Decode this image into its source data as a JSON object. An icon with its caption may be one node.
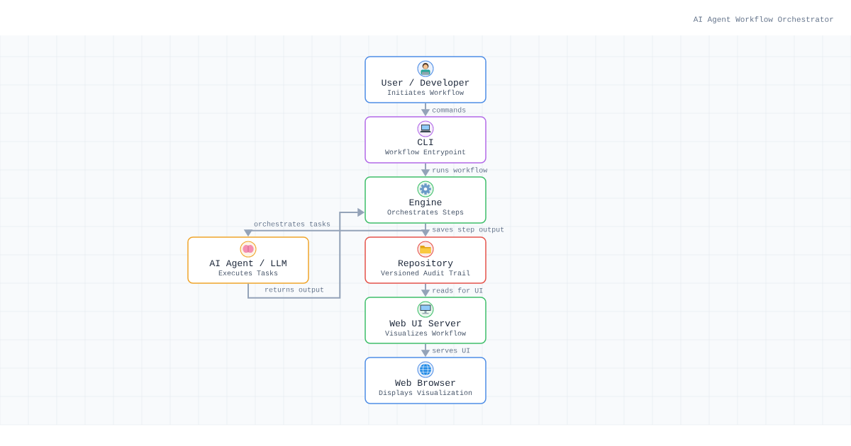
{
  "diagram": {
    "nodes": [
      {
        "text": [
          "User / Developer",
          "Initiates Workflow"
        ]
      },
      {
        "text": [
          "CLI",
          "Workflow Entrypoint"
        ]
      },
      {
        "text": [
          "Engine",
          "Orchestrates Steps"
        ]
      },
      {
        "text": [
          "AI Agent / LLM",
          "Executes Tasks"
        ]
      },
      {
        "text": [
          "Repository",
          "Versioned Audit Trail"
        ]
      },
      {
        "text": [
          "Web UI Server",
          "Visualizes Workflow"
        ]
      },
      {
        "text": [
          "Web Browser",
          "Displays Visualization"
        ]
      }
    ],
    "edges": [
      {
        "from": 0,
        "to": 1,
        "arrow": "to",
        "label": "commands"
      },
      {
        "from": 1,
        "to": 2,
        "arrow": "to",
        "label": "runs workflow"
      },
      {
        "from": 2,
        "to": 3,
        "arrow": "to",
        "label": "orchestrates tasks"
      },
      {
        "from": 3,
        "to": 2,
        "arrow": "to",
        "label": "returns output"
      },
      {
        "from": 2,
        "to": 4,
        "arrow": "to",
        "label": "saves step output"
      },
      {
        "from": 4,
        "to": 5,
        "arrow": "to",
        "label": "reads for UI"
      },
      {
        "from": 5,
        "to": 6,
        "arrow": "to",
        "label": "serves UI"
      }
    ],
    "labels": [
      "AI Agent Workflow Orchestrator"
    ]
  }
}
